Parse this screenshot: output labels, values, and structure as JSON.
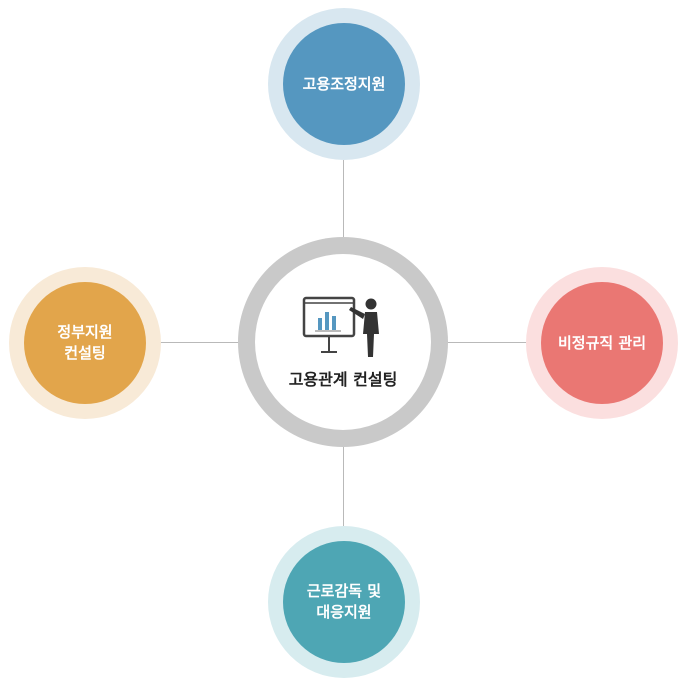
{
  "center": {
    "label": "고용관계 컨설팅",
    "icon": "presentation-icon",
    "ring_color": "#c9c9c9"
  },
  "nodes": {
    "top": {
      "label": "고용조정지원",
      "color": "#5597c0",
      "halo": "#d8e7f0"
    },
    "left": {
      "line1": "정부지원",
      "line2": "컨설팅",
      "color": "#e2a54b",
      "halo": "#f8ead7"
    },
    "right": {
      "label": "비정규직 관리",
      "color": "#ea7773",
      "halo": "#fbdfdf"
    },
    "bottom": {
      "line1": "근로감독 및",
      "line2": "대응지원",
      "color": "#4ea6b4",
      "halo": "#d7ecef"
    }
  },
  "connector_color": "#b9b9b9"
}
